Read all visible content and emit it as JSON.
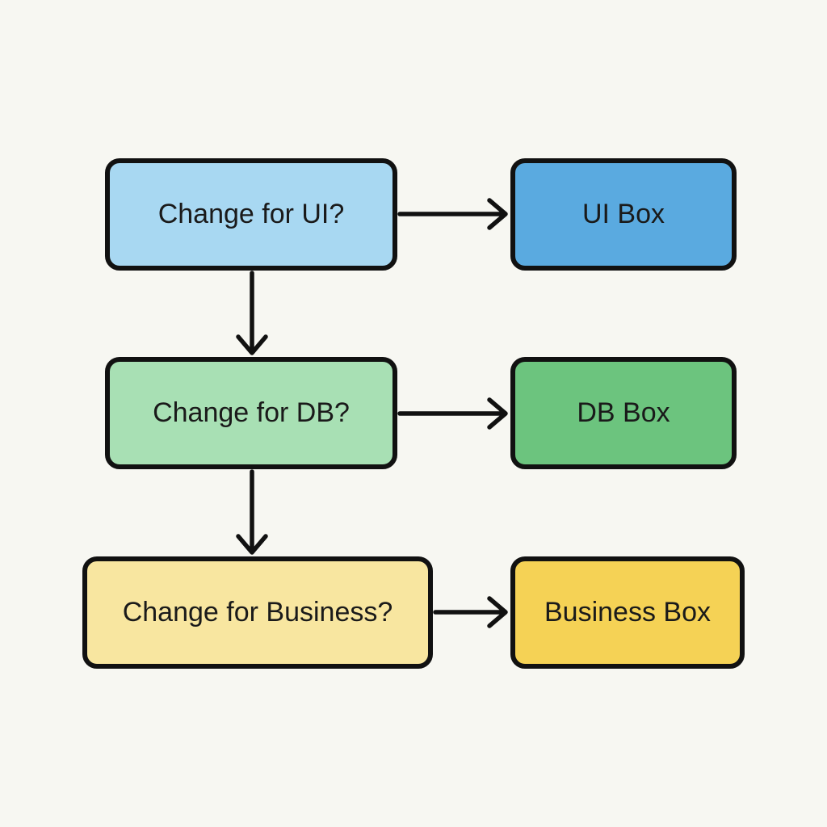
{
  "diagram": {
    "questions": [
      {
        "id": "q-ui",
        "label": "Change for UI?",
        "fill": "#a8d8f2"
      },
      {
        "id": "q-db",
        "label": "Change for DB?",
        "fill": "#a8e0b4"
      },
      {
        "id": "q-biz",
        "label": "Change for Business?",
        "fill": "#f8e6a0"
      }
    ],
    "results": [
      {
        "id": "r-ui",
        "label": "UI Box",
        "fill": "#5aaae0"
      },
      {
        "id": "r-db",
        "label": "DB Box",
        "fill": "#6cc47e"
      },
      {
        "id": "r-biz",
        "label": "Business Box",
        "fill": "#f5d255"
      }
    ],
    "edges": [
      {
        "from": "q-ui",
        "to": "r-ui"
      },
      {
        "from": "q-db",
        "to": "r-db"
      },
      {
        "from": "q-biz",
        "to": "r-biz"
      },
      {
        "from": "q-ui",
        "to": "q-db"
      },
      {
        "from": "q-db",
        "to": "q-biz"
      }
    ],
    "colors": {
      "background": "#f7f7f2",
      "stroke": "#111111",
      "text": "#1a1a1a"
    }
  }
}
